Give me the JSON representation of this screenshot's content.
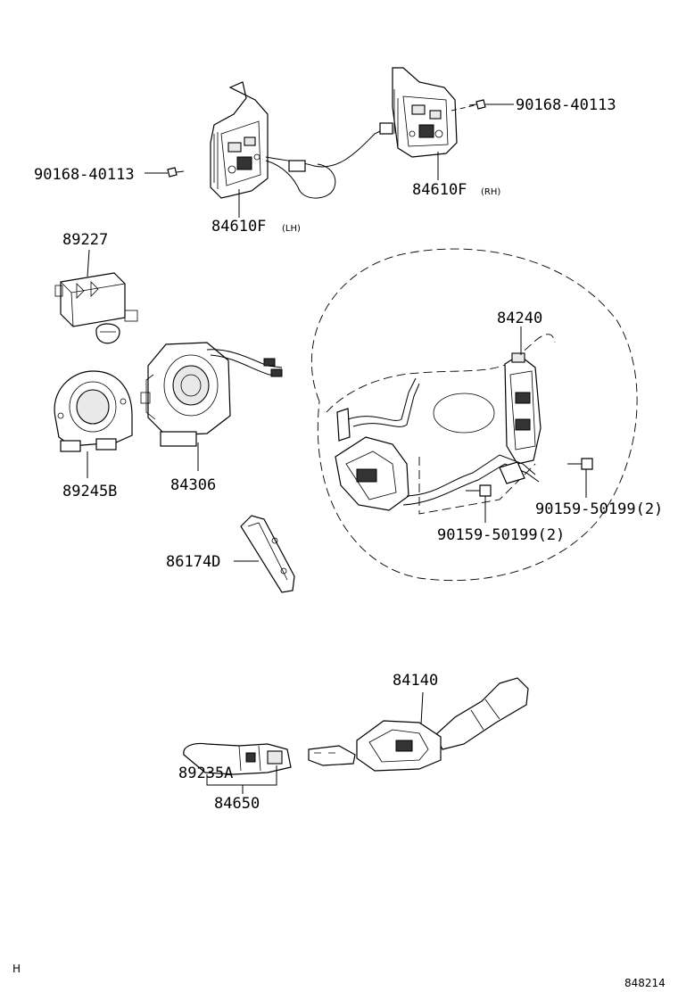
{
  "parts": [
    {
      "id": "lh_screw",
      "number": "90168-40113",
      "suffix": ""
    },
    {
      "id": "rh_screw",
      "number": "90168-40113",
      "suffix": ""
    },
    {
      "id": "lh_switch",
      "number": "84610F",
      "suffix": "(LH)"
    },
    {
      "id": "rh_switch",
      "number": "84610F",
      "suffix": "(RH)"
    },
    {
      "id": "sensor",
      "number": "89227",
      "suffix": ""
    },
    {
      "id": "wheel_switch",
      "number": "84240",
      "suffix": ""
    },
    {
      "id": "steering_sensor",
      "number": "89245B",
      "suffix": ""
    },
    {
      "id": "spiral_cable",
      "number": "84306",
      "suffix": ""
    },
    {
      "id": "bolt_right",
      "number": "90159-50199(2)",
      "suffix": ""
    },
    {
      "id": "bolt_center",
      "number": "90159-50199(2)",
      "suffix": ""
    },
    {
      "id": "horn_contact",
      "number": "86174D",
      "suffix": ""
    },
    {
      "id": "turn_switch",
      "number": "84140",
      "suffix": ""
    },
    {
      "id": "wiper_sub",
      "number": "89235A",
      "suffix": ""
    },
    {
      "id": "wiper_switch",
      "number": "84650",
      "suffix": ""
    }
  ],
  "footer": {
    "left_mark": "H",
    "diagram_code": "848214"
  }
}
